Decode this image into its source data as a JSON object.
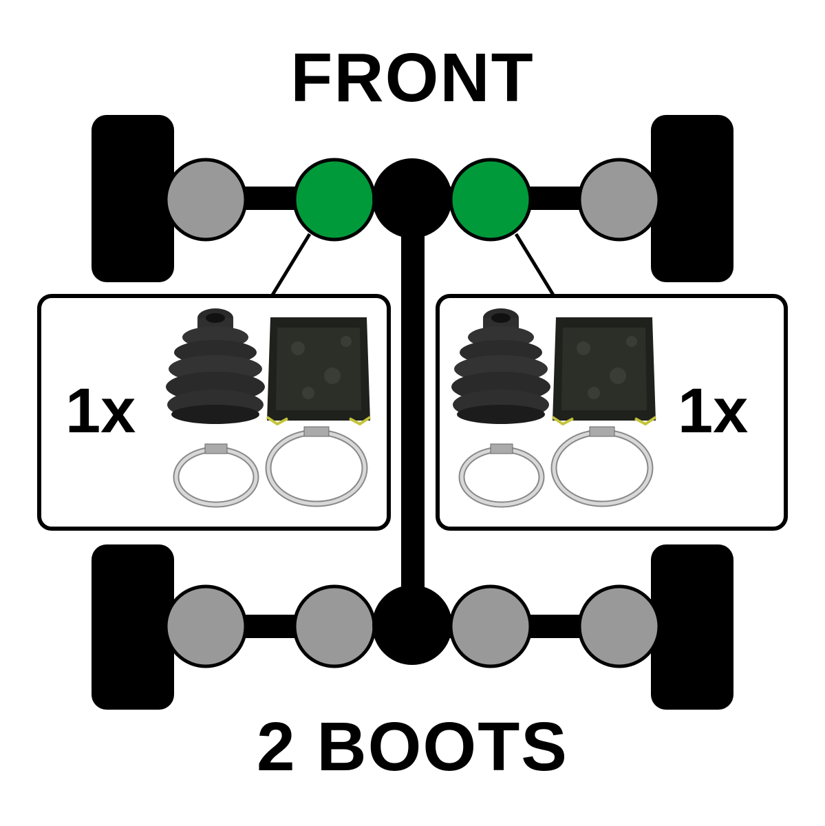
{
  "labels": {
    "front": "FRONT",
    "bottom": "2 BOOTS"
  },
  "kits": [
    {
      "quantity": "1x",
      "side": "front-left"
    },
    {
      "quantity": "1x",
      "side": "front-right"
    }
  ],
  "colors": {
    "highlight": "#009a3a",
    "joint": "#999999",
    "wheel": "#000000",
    "differential": "#000000"
  },
  "icons": [
    "cv-boot-icon",
    "grease-packet-icon",
    "small-clamp-icon",
    "large-clamp-icon"
  ]
}
